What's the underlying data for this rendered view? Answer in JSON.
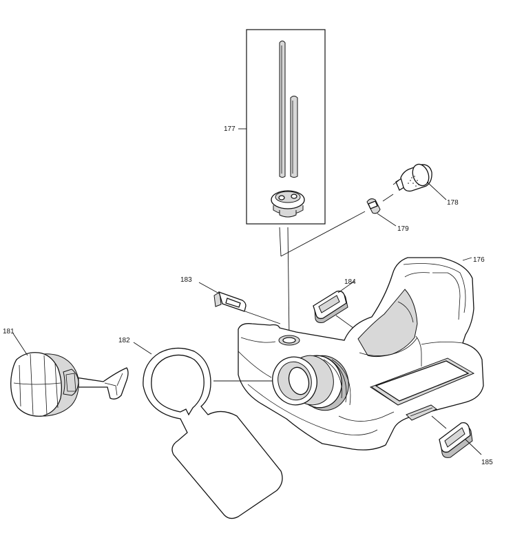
{
  "colors": {
    "line": "#111111",
    "shade": "#d8d8d8",
    "dark_shade": "#bdbdbd",
    "background": "#ffffff"
  },
  "callouts": {
    "c176": "176",
    "c177": "177",
    "c178": "178",
    "c179": "179",
    "c181": "181",
    "c182": "182",
    "c183": "183",
    "c184": "184",
    "c185": "185"
  }
}
